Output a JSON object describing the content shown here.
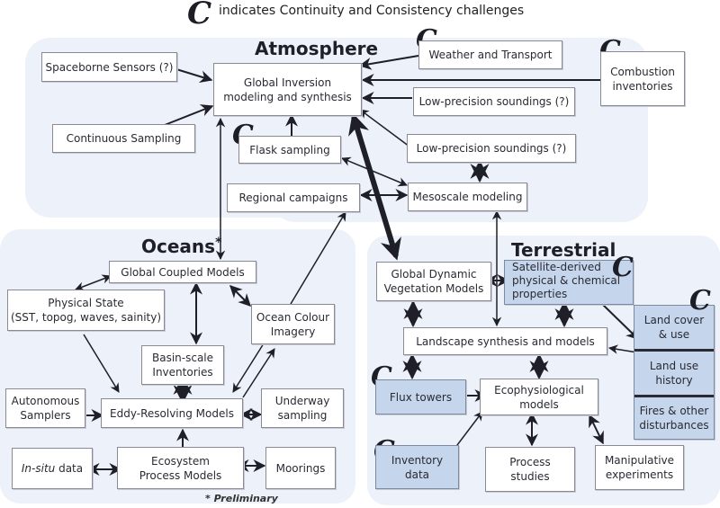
{
  "legend": {
    "symbol": "C",
    "text": "indicates Continuity and Consistency challenges"
  },
  "colors": {
    "panel_background": "#edf1f9",
    "highlight_box": "#c4d5ec",
    "plain_box": "#ffffff",
    "arrow": "#1f1f28"
  },
  "sections": {
    "atmosphere": {
      "title": "Atmosphere",
      "nodes": {
        "spaceborne": "Spaceborne Sensors (?)",
        "global_inversion_line1": "Global Inversion",
        "global_inversion_line2": "modeling and synthesis",
        "continuous": "Continuous Sampling",
        "flask": "Flask sampling",
        "regional": "Regional campaigns",
        "weather": "Weather and Transport",
        "combustion_line1": "Combustion",
        "combustion_line2": "inventories",
        "lowprec1": "Low-precision soundings (?)",
        "lowprec2": "Low-precision soundings (?)",
        "mesoscale": "Mesoscale modeling"
      }
    },
    "oceans": {
      "title": "Oceans",
      "title_suffix": "*",
      "footnote": "* Preliminary",
      "nodes": {
        "global_coupled": "Global Coupled Models",
        "physical_line1": "Physical State",
        "physical_line2": "(SST, topog, waves, sainity)",
        "ocean_colour_line1": "Ocean Colour",
        "ocean_colour_line2": "Imagery",
        "basin_line1": "Basin-scale",
        "basin_line2": "Inventories",
        "autonomous_line1": "Autonomous",
        "autonomous_line2": "Samplers",
        "eddy": "Eddy-Resolving Models",
        "underway_line1": "Underway",
        "underway_line2": "sampling",
        "insitu_italic": "In-situ",
        "insitu_rest": " data",
        "ecosystem_line1": "Ecosystem",
        "ecosystem_line2": "Process Models",
        "moorings": "Moorings"
      }
    },
    "terrestrial": {
      "title": "Terrestrial",
      "nodes": {
        "gdvm_line1": "Global Dynamic",
        "gdvm_line2": "Vegetation Models",
        "satellite_line1": "Satellite-derived",
        "satellite_line2": "physical & chemical",
        "satellite_line3": "properties",
        "landcover_line1": "Land cover",
        "landcover_line2": "& use",
        "landuse_line1": "Land use",
        "landuse_line2": "history",
        "fires_line1": "Fires & other",
        "fires_line2": "disturbances",
        "landscape": "Landscape synthesis and models",
        "flux": "Flux towers",
        "ecophys_line1": "Ecophysiological",
        "ecophys_line2": "models",
        "inventory_line1": "Inventory",
        "inventory_line2": "data",
        "process_line1": "Process",
        "process_line2": "studies",
        "manip_line1": "Manipulative",
        "manip_line2": "experiments"
      }
    }
  },
  "challenge_marked_nodes": [
    "Weather and Transport",
    "Combustion inventories",
    "Flask sampling",
    "Satellite-derived physical & chemical properties",
    "Land cover & use",
    "Flux towers",
    "Inventory data"
  ]
}
